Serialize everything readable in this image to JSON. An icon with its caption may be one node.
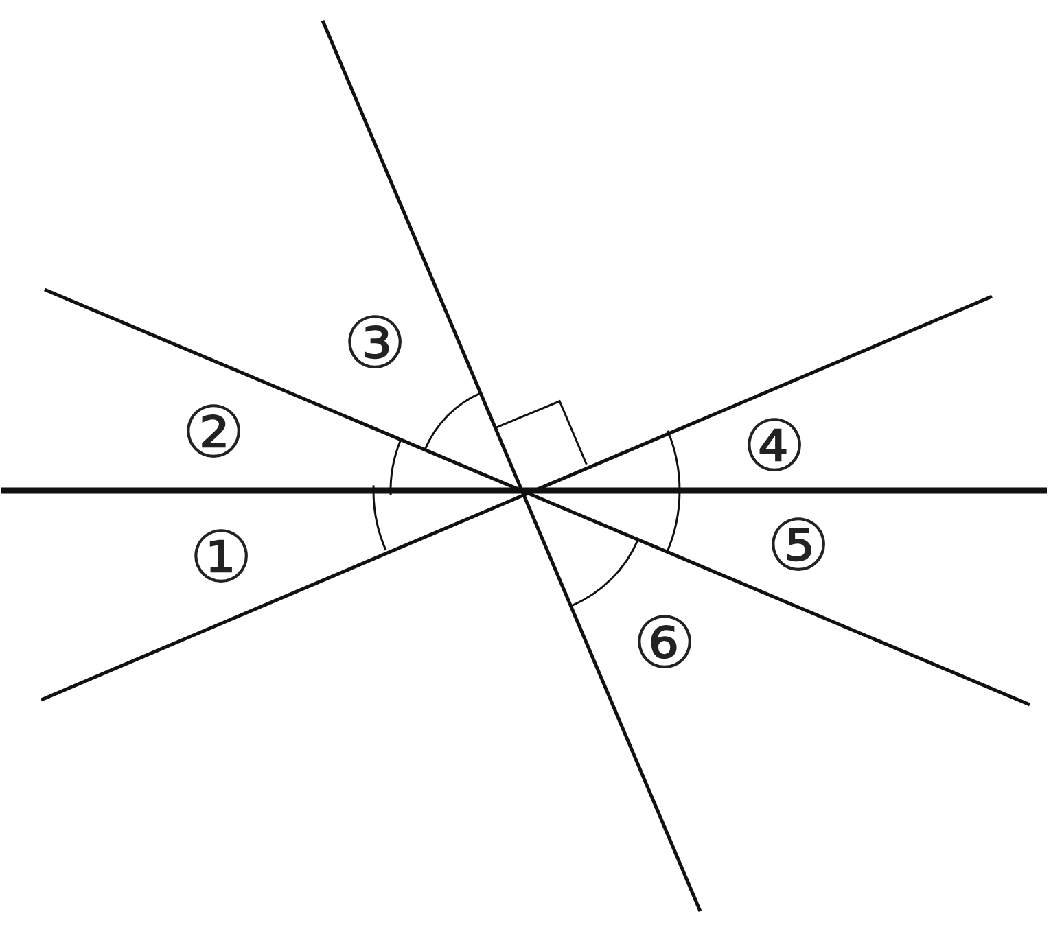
{
  "diagram": {
    "labels": [
      "①",
      "②",
      "③",
      "④",
      "⑤",
      "⑥"
    ]
  }
}
